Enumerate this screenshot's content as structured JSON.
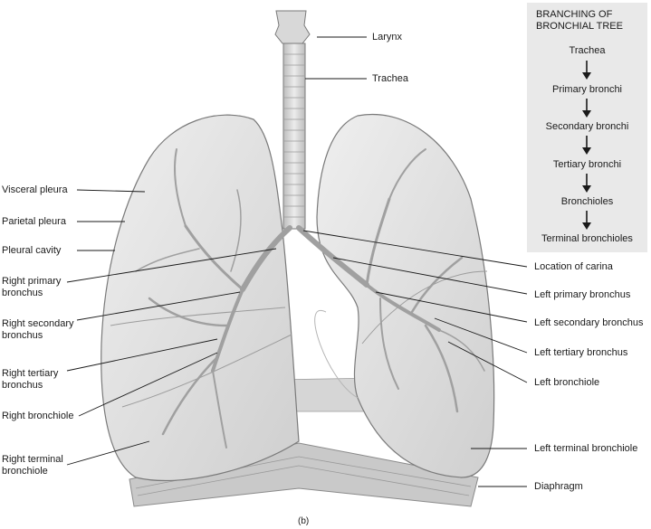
{
  "left_labels": [
    {
      "id": "visceral-pleura",
      "lines": [
        "Visceral pleura"
      ]
    },
    {
      "id": "parietal-pleura",
      "lines": [
        "Parietal pleura"
      ]
    },
    {
      "id": "pleural-cavity",
      "lines": [
        "Pleural cavity"
      ]
    },
    {
      "id": "right-primary-bronchus",
      "lines": [
        "Right primary",
        "bronchus"
      ]
    },
    {
      "id": "right-secondary-bronchus",
      "lines": [
        "Right secondary",
        "bronchus"
      ]
    },
    {
      "id": "right-tertiary-bronchus",
      "lines": [
        "Right tertiary",
        "bronchus"
      ]
    },
    {
      "id": "right-bronchiole",
      "lines": [
        "Right bronchiole"
      ]
    },
    {
      "id": "right-terminal-bronchiole",
      "lines": [
        "Right terminal",
        "bronchiole"
      ]
    }
  ],
  "top_labels": [
    {
      "id": "larynx",
      "text": "Larynx"
    },
    {
      "id": "trachea",
      "text": "Trachea"
    }
  ],
  "right_labels": [
    {
      "id": "location-of-carina",
      "text": "Location of carina"
    },
    {
      "id": "left-primary-bronchus",
      "text": "Left primary bronchus"
    },
    {
      "id": "left-secondary-bronchus",
      "text": "Left secondary bronchus"
    },
    {
      "id": "left-tertiary-bronchus",
      "text": "Left tertiary bronchus"
    },
    {
      "id": "left-bronchiole",
      "text": "Left bronchiole"
    },
    {
      "id": "left-terminal-bronchiole",
      "text": "Left terminal bronchiole"
    },
    {
      "id": "diaphragm",
      "text": "Diaphragm"
    }
  ],
  "flow": {
    "title": "BRANCHING OF BRONCHIAL TREE",
    "steps": [
      "Trachea",
      "Primary bronchi",
      "Secondary bronchi",
      "Tertiary bronchi",
      "Bronchioles",
      "Terminal bronchioles"
    ]
  },
  "caption": "(b)",
  "colors": {
    "lung_fill": "#e3e3e3",
    "lung_shade": "#cfcfcf",
    "airway": "#a9a9a9",
    "panel": "#e9e9e9",
    "line": "#1a1a1a"
  }
}
